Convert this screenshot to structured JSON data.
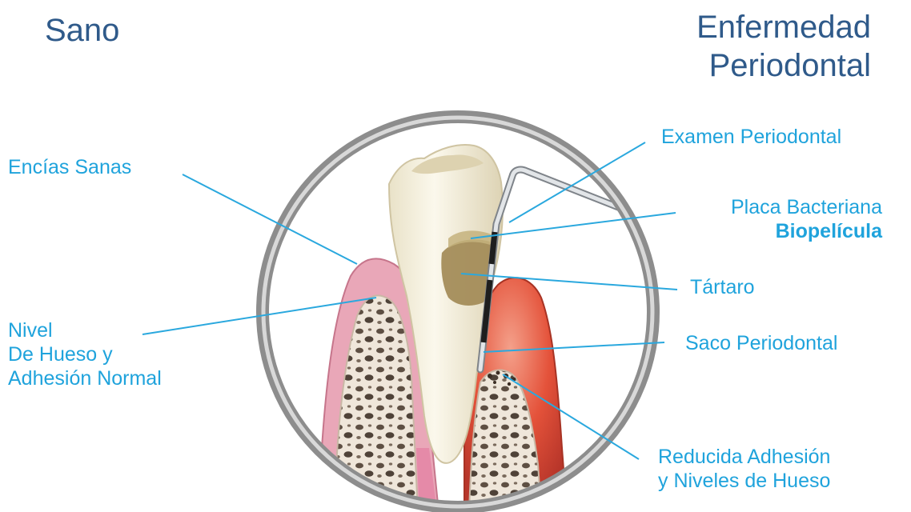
{
  "titles": {
    "left": "Sano",
    "right_line1": "Enfermedad",
    "right_line2": "Periodontal"
  },
  "labels": {
    "encias_sanas": "Encías Sanas",
    "nivel_line1": "Nivel",
    "nivel_line2": "De Hueso y",
    "nivel_line3": "Adhesión Normal",
    "examen": "Examen Periodontal",
    "placa": "Placa Bacteriana",
    "biopelicula": "Biopelícula",
    "tartaro": "Tártaro",
    "saco": "Saco Periodontal",
    "reducida_line1": "Reducida Adhesión",
    "reducida_line2": "y Niveles de Hueso"
  },
  "colors": {
    "title": "#2f5a8a",
    "label": "#1fa3dc",
    "leader_line": "#2aa8de",
    "ring": "#9a9a9a",
    "healthy_gum": "#e9a7b8",
    "inflamed_gum": "#e4523a",
    "bone": "#e7ddd0",
    "tooth": "#f1ecd8",
    "tartar": "#9a8552"
  },
  "icons": {
    "illustration": "tooth-cross-section-illustration",
    "probe": "periodontal-probe-icon"
  }
}
